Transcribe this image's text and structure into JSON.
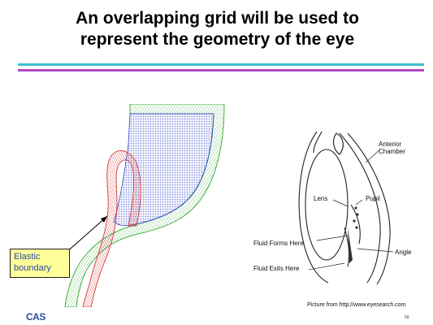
{
  "slide": {
    "title_line1": "An overlapping grid will be used to",
    "title_line2": "represent the geometry of the eye",
    "callout": {
      "line1": "Elastic",
      "line2": "boundary"
    },
    "eye_diagram": {
      "anterior_line1": "Anterior",
      "anterior_line2": "Chamber",
      "lens": "Lens",
      "pupil": "Pupil",
      "fluid_forms": "Fluid Forms Here",
      "fluid_exits": "Fluid Exits Here",
      "angle": "Angle"
    },
    "credit": "Picture  from http://www.eyesearch.com",
    "logo_text": "CAS",
    "page_number": "59"
  },
  "colors": {
    "rule_teal": "#3fbfd0",
    "rule_purple": "#b246c4",
    "grid_blue": "#2b3fd0",
    "grid_green": "#3fb03f",
    "grid_red": "#d83a3a",
    "callout_fill": "#ffff99",
    "logo_blue": "#2d4aa0"
  }
}
